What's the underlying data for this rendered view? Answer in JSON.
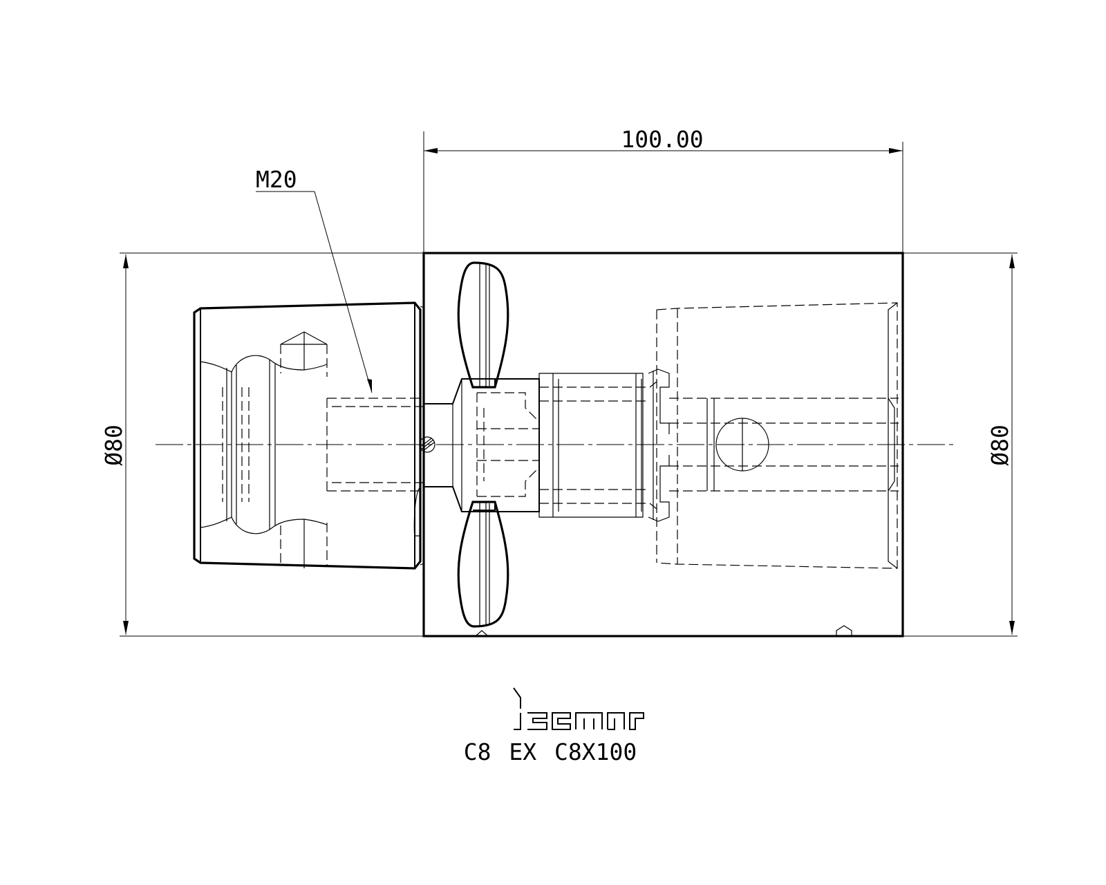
{
  "dimensions": {
    "length": "100.00",
    "thread": "M20",
    "diameter_left": "Ø80",
    "diameter_right": "Ø80"
  },
  "footer": {
    "logo_text": "iscar",
    "part_number": "C8 EX C8X100"
  }
}
